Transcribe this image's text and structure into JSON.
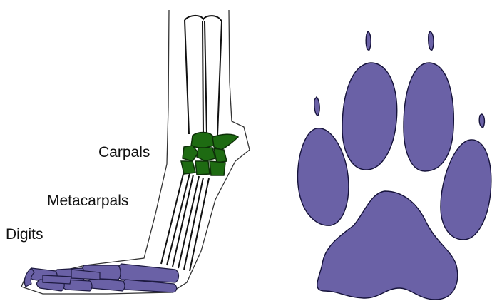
{
  "labels": {
    "carpals": "Carpals",
    "metacarpals": "Metacarpals",
    "digits": "Digits"
  },
  "colors": {
    "carpals_fill": "#1e6b12",
    "bone_fill": "#6a61a6",
    "paw_fill": "#6a61a6",
    "outline": "#111111"
  }
}
